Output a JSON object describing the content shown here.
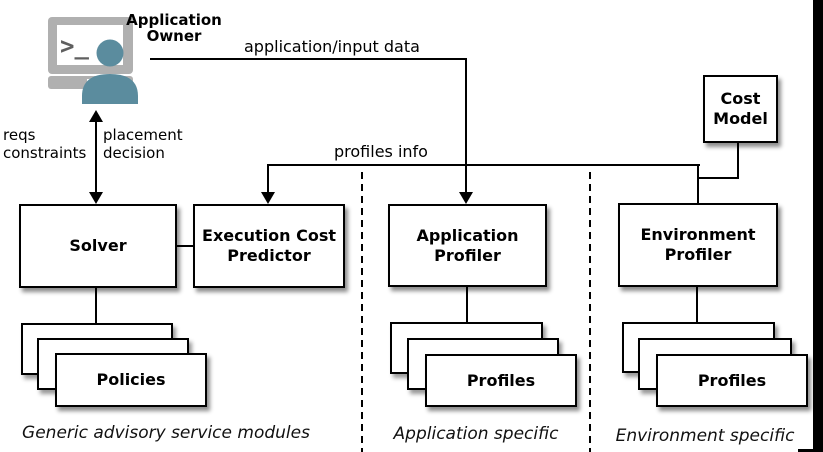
{
  "actor": {
    "label": "Application\nOwner",
    "terminal_prompt": ">_"
  },
  "edges": {
    "app_input_data": "application/input data",
    "profiles_info": "profiles info",
    "reqs_constraints": "reqs\nconstraints",
    "placement_decision": "placement\ndecision"
  },
  "boxes": {
    "solver": "Solver",
    "execution_cost_predictor": "Execution Cost\nPredictor",
    "application_profiler": "Application\nProfiler",
    "environment_profiler": "Environment\nProfiler",
    "cost_model": "Cost\nModel",
    "policies": "Policies",
    "profiles_application": "Profiles",
    "profiles_environment": "Profiles"
  },
  "sections": {
    "generic": "Generic advisory service modules",
    "application": "Application specific",
    "environment": "Environment specific"
  },
  "colors": {
    "monitor_gray": "#b0b0b0",
    "prompt_gray": "#5f5f5f",
    "person_teal": "#5b8c9e",
    "line_black": "#000000"
  }
}
